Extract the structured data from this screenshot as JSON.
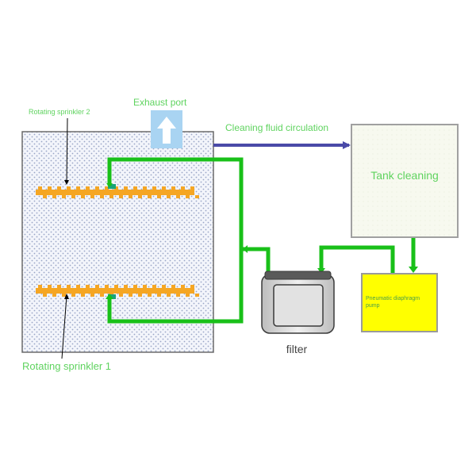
{
  "labels": {
    "rotating_sprinkler_2": "Rotating sprinkler 2",
    "exhaust_port": "Exhaust port",
    "cleaning_fluid_circulation": "Cleaning fluid circulation",
    "tank_cleaning": "Tank cleaning",
    "pump_line_1": "Pneumatic diaphragm",
    "pump_line_2": "pump",
    "filter": "filter",
    "rotating_sprinkler_1": "Rotating sprinkler 1"
  },
  "colors": {
    "label_green": "#5fd35f",
    "pipe_green": "#19c019",
    "arrow_blue": "#4a4aa8",
    "sprinkler_orange": "#f5a623",
    "pump_yellow": "#ffff00",
    "tank_fill": "#f6f8ee",
    "exhaust_blue": "#a9d4f2",
    "nozzle_teal": "#1aa37a"
  },
  "icons": {
    "exhaust": "up-arrow-icon",
    "filter": "filter-canister-icon"
  }
}
